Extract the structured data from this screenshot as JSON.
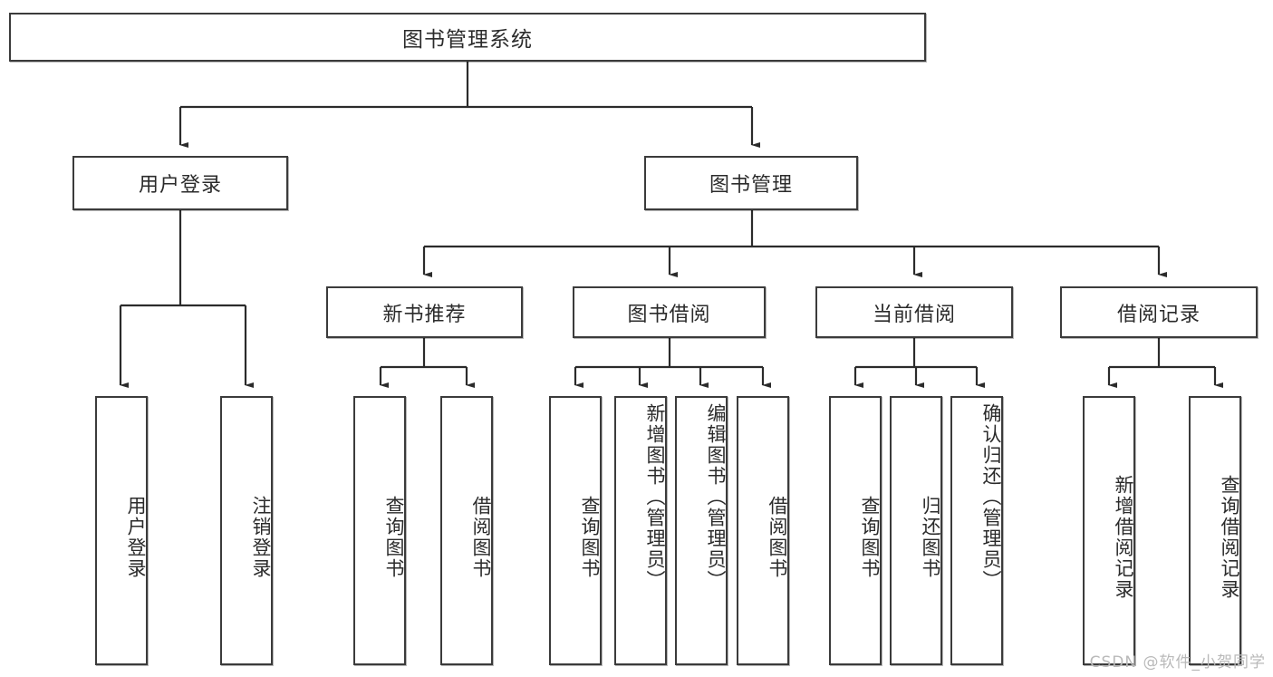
{
  "diagram": {
    "type": "tree",
    "title": "图书管理系统",
    "watermark": "CSDN @软件_小贺同学",
    "colors": {
      "box_border": "#3b3b3b",
      "box_fill": "#ffffff",
      "connector": "#2b2b2b",
      "watermark": "#b9b9b9"
    },
    "nodes": {
      "root": "图书管理系统",
      "level2": [
        {
          "label": "用户登录"
        },
        {
          "label": "图书管理"
        }
      ],
      "level3": [
        {
          "label": "新书推荐"
        },
        {
          "label": "图书借阅"
        },
        {
          "label": "当前借阅"
        },
        {
          "label": "借阅记录"
        }
      ],
      "leaves_user_login": [
        {
          "label": "用户登录"
        },
        {
          "label": "注销登录"
        }
      ],
      "leaves_new_book": [
        {
          "label": "查询图书"
        },
        {
          "label": "借阅图书"
        }
      ],
      "leaves_borrow": [
        {
          "label": "查询图书"
        },
        {
          "label": "新增图书（管理员）"
        },
        {
          "label": "编辑图书（管理员）"
        },
        {
          "label": "借阅图书"
        }
      ],
      "leaves_current": [
        {
          "label": "查询图书"
        },
        {
          "label": "归还图书"
        },
        {
          "label": "确认归还（管理员）"
        }
      ],
      "leaves_records": [
        {
          "label": "新增借阅记录"
        },
        {
          "label": "查询借阅记录"
        }
      ]
    }
  }
}
